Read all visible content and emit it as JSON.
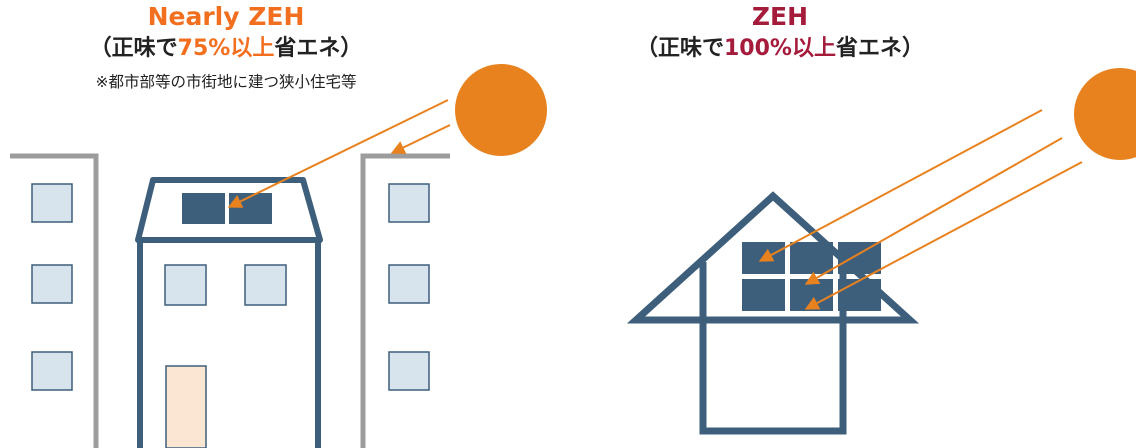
{
  "colors": {
    "orange": "#f26f1f",
    "sun": "#e8821f",
    "crimson": "#a51b3b",
    "navy": "#3d5f7c",
    "panel": "#3e5f7c",
    "window": "#d7e3ed",
    "door": "#fbe5d3",
    "wall_gray": "#9c9c9c"
  },
  "left": {
    "title": "Nearly ZEH",
    "subtitle_pre": "（正味で",
    "subtitle_highlight": "75%",
    "subtitle_mid": "以上",
    "subtitle_post": "省エネ）",
    "note": "※都市部等の市街地に建つ狭小住宅等"
  },
  "right": {
    "title": "ZEH",
    "subtitle_pre": "（正味で",
    "subtitle_highlight": "100%",
    "subtitle_mid": "以上",
    "subtitle_post": "省エネ）"
  },
  "icons": {
    "left_sun": "sun-icon",
    "right_sun": "sun-icon",
    "solar_panels": "solar-panel-icon"
  }
}
